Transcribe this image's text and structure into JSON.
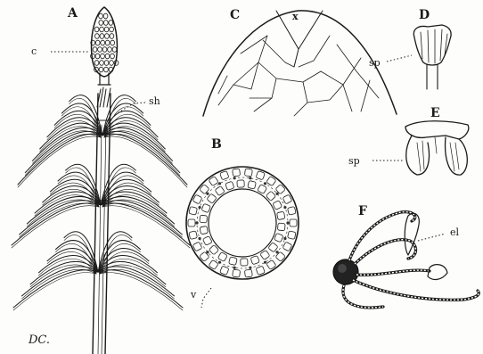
{
  "panels": {
    "A": {
      "letter": "A",
      "labels": {
        "cone": "c",
        "sheath": "sh"
      }
    },
    "B": {
      "letter": "B",
      "labels": {
        "vascular": "v"
      }
    },
    "C": {
      "letter": "C",
      "labels": {
        "apical": "x"
      }
    },
    "D": {
      "letter": "D",
      "labels": {
        "sporangium": "sp"
      }
    },
    "E": {
      "letter": "E",
      "labels": {
        "sporangium": "sp"
      }
    },
    "F": {
      "letter": "F",
      "labels": {
        "elater": "el"
      }
    }
  },
  "signature": "DC."
}
